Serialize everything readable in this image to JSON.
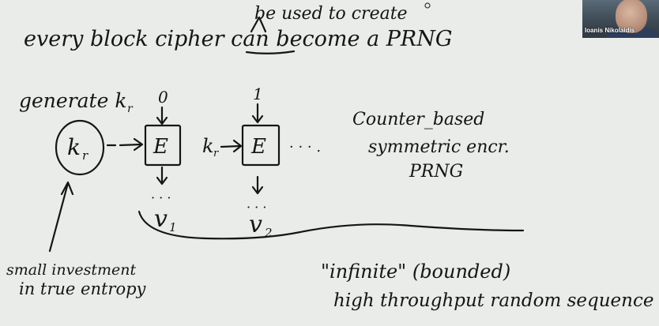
{
  "webcam": {
    "participant_name": "Ioanis Nikolaidis"
  },
  "whiteboard": {
    "insert_note": "be used to create",
    "title": "every block cipher can become a PRNG",
    "generate_label": "generate k",
    "generate_sub": "r",
    "key_label": "k",
    "key_sub": "r",
    "key_label_2": "k",
    "key_sub_2": "r",
    "counter_0": "0",
    "counter_1": "1",
    "block_1_label": "E",
    "block_2_label": "E",
    "continuation": "· · · .",
    "output_dots_1": "· · ·",
    "output_dots_2": "· · ·",
    "output_1": "v",
    "output_1_sub": "1",
    "output_2": "v",
    "output_2_sub": "2",
    "side_note_line1": "Counter_based",
    "side_note_line2": "symmetric encr.",
    "side_note_line3": "PRNG",
    "entropy_line1": "small investment",
    "entropy_line2": "in true entropy",
    "infinite_label": "\"infinite\" (bounded)",
    "sequence_label": "high throughput random sequence"
  }
}
